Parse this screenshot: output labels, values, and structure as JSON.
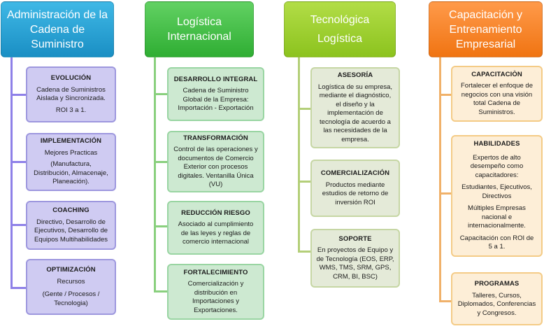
{
  "colors": {
    "blue_header": "#1a8fc4",
    "green_header": "#2fae33",
    "lime_header": "#8cc31e",
    "orange_header": "#f07412",
    "blue_connector": "#8e80e8",
    "green_connector": "#8ad07e",
    "lime_connector": "#b4cf79",
    "orange_connector": "#f0b16a"
  },
  "columns": [
    {
      "header": [
        "Administración de la",
        "Cadena de",
        "Suministro"
      ],
      "boxes": [
        {
          "title": "EVOLUCIÓN",
          "lines": [
            "Cadena de Suministros",
            "Aislada y Sincronizada.",
            "ROI 3 a 1."
          ]
        },
        {
          "title": "IMPLEMENTACIÓN",
          "lines": [
            "Mejores Practicas",
            "(Manufactura,",
            "Distribución, Almacenaje,",
            "Planeación)."
          ]
        },
        {
          "title": "COACHING",
          "lines": [
            "Directivo, Desarrollo de",
            "Ejecutivos, Desarrollo de",
            "Equipos Multihabilidades"
          ]
        },
        {
          "title": "OPTIMIZACIÓN",
          "lines": [
            "Recursos",
            "(Gente / Procesos /",
            "Tecnologia)"
          ]
        }
      ]
    },
    {
      "header": [
        "Logística",
        "Internacional"
      ],
      "boxes": [
        {
          "title": "DESARROLLO  INTEGRAL",
          "lines": [
            "Cadena de Suministro",
            "Global de la Empresa:",
            "Importación - Exportación"
          ]
        },
        {
          "title": "TRANSFORMACIÓN",
          "lines": [
            "Control de las operaciones y",
            "documentos de Comercio",
            "Exterior con procesos",
            "digitales. Ventanilla Única",
            "(VU)"
          ]
        },
        {
          "title": "REDUCCIÓN  RIESGO",
          "lines": [
            "Asociado al cumplimiento",
            "de las leyes y reglas de",
            "comercio internacional"
          ]
        },
        {
          "title": "FORTALECIMIENTO",
          "lines": [
            "Comercialización y",
            "distribución en",
            "Importaciones y",
            "Exportaciones."
          ]
        }
      ]
    },
    {
      "header": [
        "Tecnológica",
        "Logística"
      ],
      "boxes": [
        {
          "title": "ASESORÍA",
          "lines": [
            "Logística de su empresa,",
            "mediante el diagnóstico,",
            "el diseño y la",
            "implementación de",
            "tecnología de acuerdo a",
            "las necesidades de la",
            "empresa."
          ]
        },
        {
          "title": "COMERCIALIZACIÓN",
          "lines": [
            "Productos mediante",
            "estudios de retorno de",
            "inversión  ROI"
          ]
        },
        {
          "title": "SOPORTE",
          "lines": [
            "En proyectos de Equipo y",
            "de Tecnología (EOS, ERP,",
            "WMS, TMS, SRM, GPS,",
            "CRM, BI, BSC)"
          ]
        }
      ]
    },
    {
      "header": [
        "Capacitación y",
        "Entrenamiento",
        "Empresarial"
      ],
      "boxes": [
        {
          "title": "CAPACITACIÒN",
          "lines": [
            "Fortalecer el enfoque de",
            "negocios con una visión",
            "total Cadena de",
            "Suministros."
          ]
        },
        {
          "title": "HABILIDADES",
          "lines": [
            "Expertos de alto",
            "desempeño  como",
            "capacitadores:",
            "Estudiantes, Ejecutivos,",
            "Directivos",
            "Múltiples Empresas",
            "nacional e",
            "internacionalmente.",
            "Capacitación con ROI de",
            "5 a 1."
          ]
        },
        {
          "title": "PROGRAMAS",
          "lines": [
            "Talleres, Cursos,",
            "Diplomados, Conferencias",
            "y Congresos."
          ]
        }
      ]
    }
  ]
}
